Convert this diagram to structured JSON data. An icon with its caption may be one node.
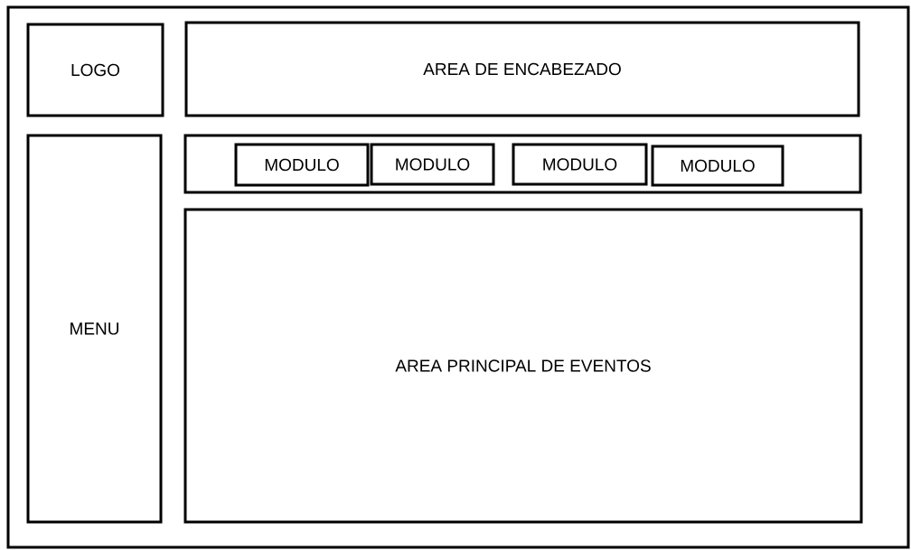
{
  "diagram": {
    "nodes": [
      {
        "text": [],
        "shape": "box"
      },
      {
        "text": [
          "LOGO"
        ],
        "in": 0
      },
      {
        "text": [
          "AREA DE ENCABEZADO"
        ],
        "in": 0
      },
      {
        "text": [
          "MENU"
        ],
        "in": 0
      },
      {
        "text": [],
        "shape": "box",
        "in": 0
      },
      {
        "text": [
          "MODULO"
        ],
        "in": 4
      },
      {
        "text": [
          "MODULO"
        ],
        "in": 4
      },
      {
        "text": [
          "MODULO"
        ],
        "in": 4
      },
      {
        "text": [
          "MODULO"
        ],
        "in": 4
      },
      {
        "text": [
          "AREA PRINCIPAL DE EVENTOS"
        ],
        "in": 0
      }
    ]
  }
}
